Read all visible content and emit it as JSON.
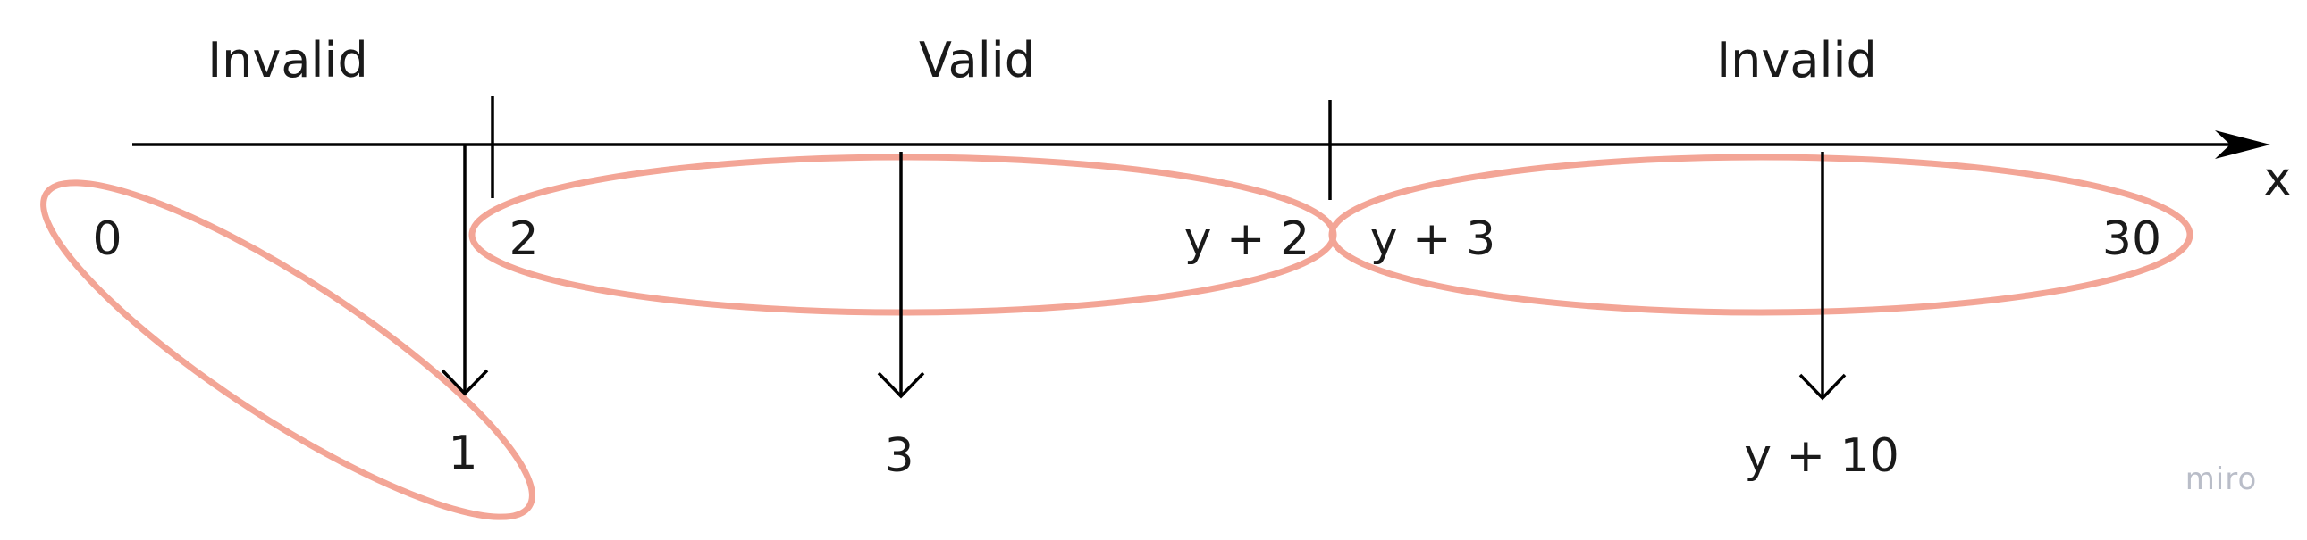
{
  "regions": {
    "left": "Invalid",
    "middle": "Valid",
    "right": "Invalid"
  },
  "axis": {
    "label": "x"
  },
  "domain_labels": {
    "zero": "0",
    "two": "2",
    "y_plus_2": "y + 2",
    "y_plus_3": "y + 3",
    "thirty": "30"
  },
  "mapped_values": {
    "one": "1",
    "three": "3",
    "y_plus_10": "y + 10"
  },
  "colors": {
    "group_outline": "#f3a596",
    "ink": "#000000",
    "watermark": "#b9bdc8"
  },
  "watermark": "miro"
}
